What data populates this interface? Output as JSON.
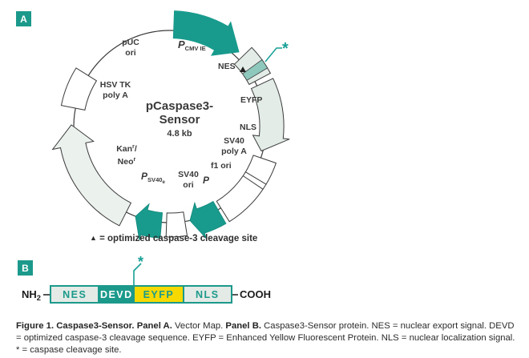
{
  "panelA": {
    "badge": "A",
    "title_lines": [
      "pCaspase3-",
      "Sensor"
    ],
    "size_label": "4.8 kb",
    "labels": {
      "puc_ori": [
        "pUC",
        "ori"
      ],
      "p_cmv": {
        "p": "P",
        "sub": "CMV IE"
      },
      "nes": "NES",
      "asterisk": "*",
      "eyfp": "EYFP",
      "nls": "NLS",
      "sv40_polya": [
        "SV40",
        "poly A"
      ],
      "f1_ori": "f1 ori",
      "p_sv40": {
        "p": "P"
      },
      "sv40_ori": [
        "SV40",
        "ori"
      ],
      "p_sv40e": {
        "p": "P",
        "sub": "SV40",
        "subsub": "e"
      },
      "kan_neo": {
        "kan": "Kan",
        "sup1": "r",
        "slash": "/",
        "neo": "Neo",
        "sup2": "r"
      },
      "hsv_tk": [
        "HSV TK",
        "poly A"
      ]
    },
    "legend": {
      "marker": "▲",
      "text": " = optimized caspase-3 cleavage site"
    }
  },
  "panelB": {
    "badge": "B",
    "nterm": {
      "main": "NH",
      "sub": "2"
    },
    "cterm": "COOH",
    "asterisk": "*",
    "segments": [
      {
        "label": "NES"
      },
      {
        "label": "DEVD"
      },
      {
        "label": "EYFP"
      },
      {
        "label": "NLS"
      }
    ]
  },
  "caption": {
    "b1": "Figure 1. Caspase3-Sensor. ",
    "b2": "Panel A. ",
    "n1": "Vector Map. ",
    "b3": "Panel B. ",
    "n2": "Caspase3-Sensor protein. NES = nuclear export signal. DEVD = optimized caspase-3 cleavage sequence. EYFP = Enhanced Yellow Fluorescent Protein. NLS = nuclear localization signal. * = caspase cleavage site."
  },
  "colors": {
    "teal": "#1b9a8c",
    "band_teal": "#8ec8bd",
    "pale_green": "#e3ece7",
    "pale_gray": "#ebf1ed",
    "yellow": "#f5d900",
    "ink": "#3a3a3a"
  }
}
